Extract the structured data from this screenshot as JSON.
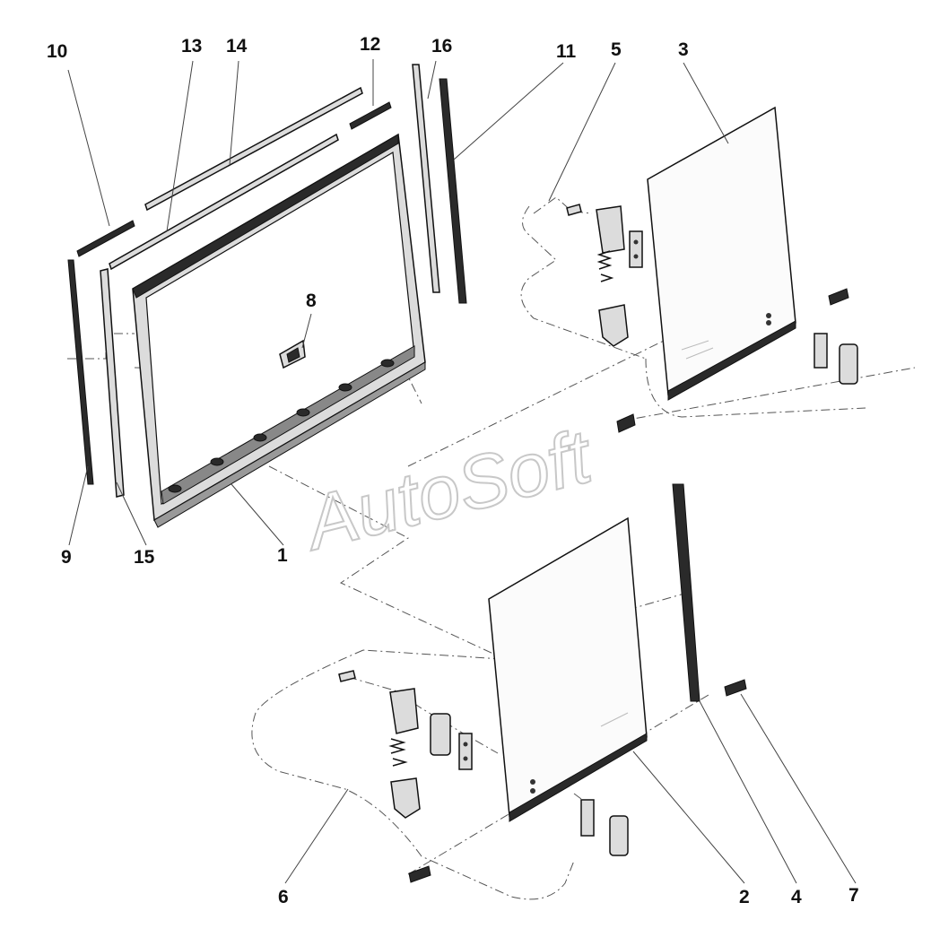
{
  "watermark": "AutoSoft",
  "callouts": [
    "10",
    "13",
    "14",
    "12",
    "16",
    "11",
    "5",
    "3",
    "8",
    "9",
    "15",
    "1",
    "6",
    "2",
    "4",
    "7"
  ]
}
